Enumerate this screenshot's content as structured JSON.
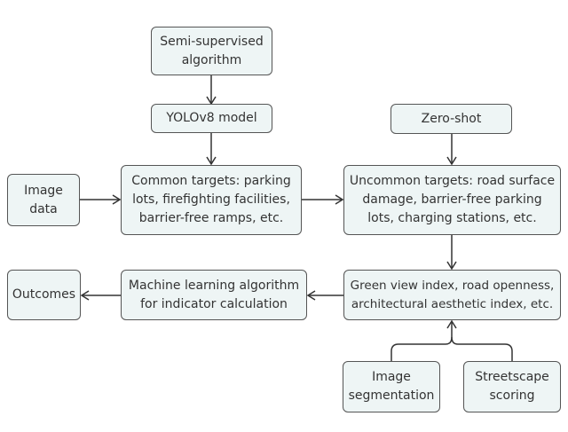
{
  "nodes": {
    "semi_supervised": "Semi-supervised algorithm",
    "yolov8": "YOLOv8 model",
    "image_data": "Image data",
    "common_targets": "Common targets: parking lots, firefighting facilities, barrier-free ramps, etc.",
    "zero_shot": "Zero-shot",
    "uncommon_targets": "Uncommon targets: road surface damage, barrier-free parking lots, charging stations, etc.",
    "indices": "Green view index, road openness, architectural aesthetic index, etc.",
    "ml_algorithm": "Machine learning algorithm for indicator calculation",
    "outcomes": "Outcomes",
    "image_segmentation": "Image segmentation",
    "streetscape_scoring": "Streetscape scoring"
  },
  "edges": [
    {
      "from": "semi_supervised",
      "to": "yolov8"
    },
    {
      "from": "yolov8",
      "to": "common_targets"
    },
    {
      "from": "image_data",
      "to": "common_targets"
    },
    {
      "from": "common_targets",
      "to": "uncommon_targets"
    },
    {
      "from": "zero_shot",
      "to": "uncommon_targets"
    },
    {
      "from": "uncommon_targets",
      "to": "indices"
    },
    {
      "from": "indices",
      "to": "ml_algorithm"
    },
    {
      "from": "ml_algorithm",
      "to": "outcomes"
    },
    {
      "from": "image_segmentation",
      "to": "indices"
    },
    {
      "from": "streetscape_scoring",
      "to": "indices"
    }
  ]
}
